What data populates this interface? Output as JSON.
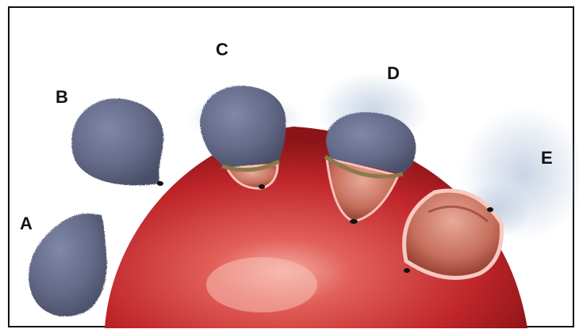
{
  "labels": {
    "a": "A",
    "b": "B",
    "c": "C",
    "d": "D",
    "e": "E"
  },
  "colors": {
    "cell": "#c0262a",
    "cell_highlight": "#f2a29a",
    "phage": "#646a88",
    "collar": "#8a7a4a",
    "pore_rim": "#f5c3bb",
    "frame": "#111111"
  }
}
